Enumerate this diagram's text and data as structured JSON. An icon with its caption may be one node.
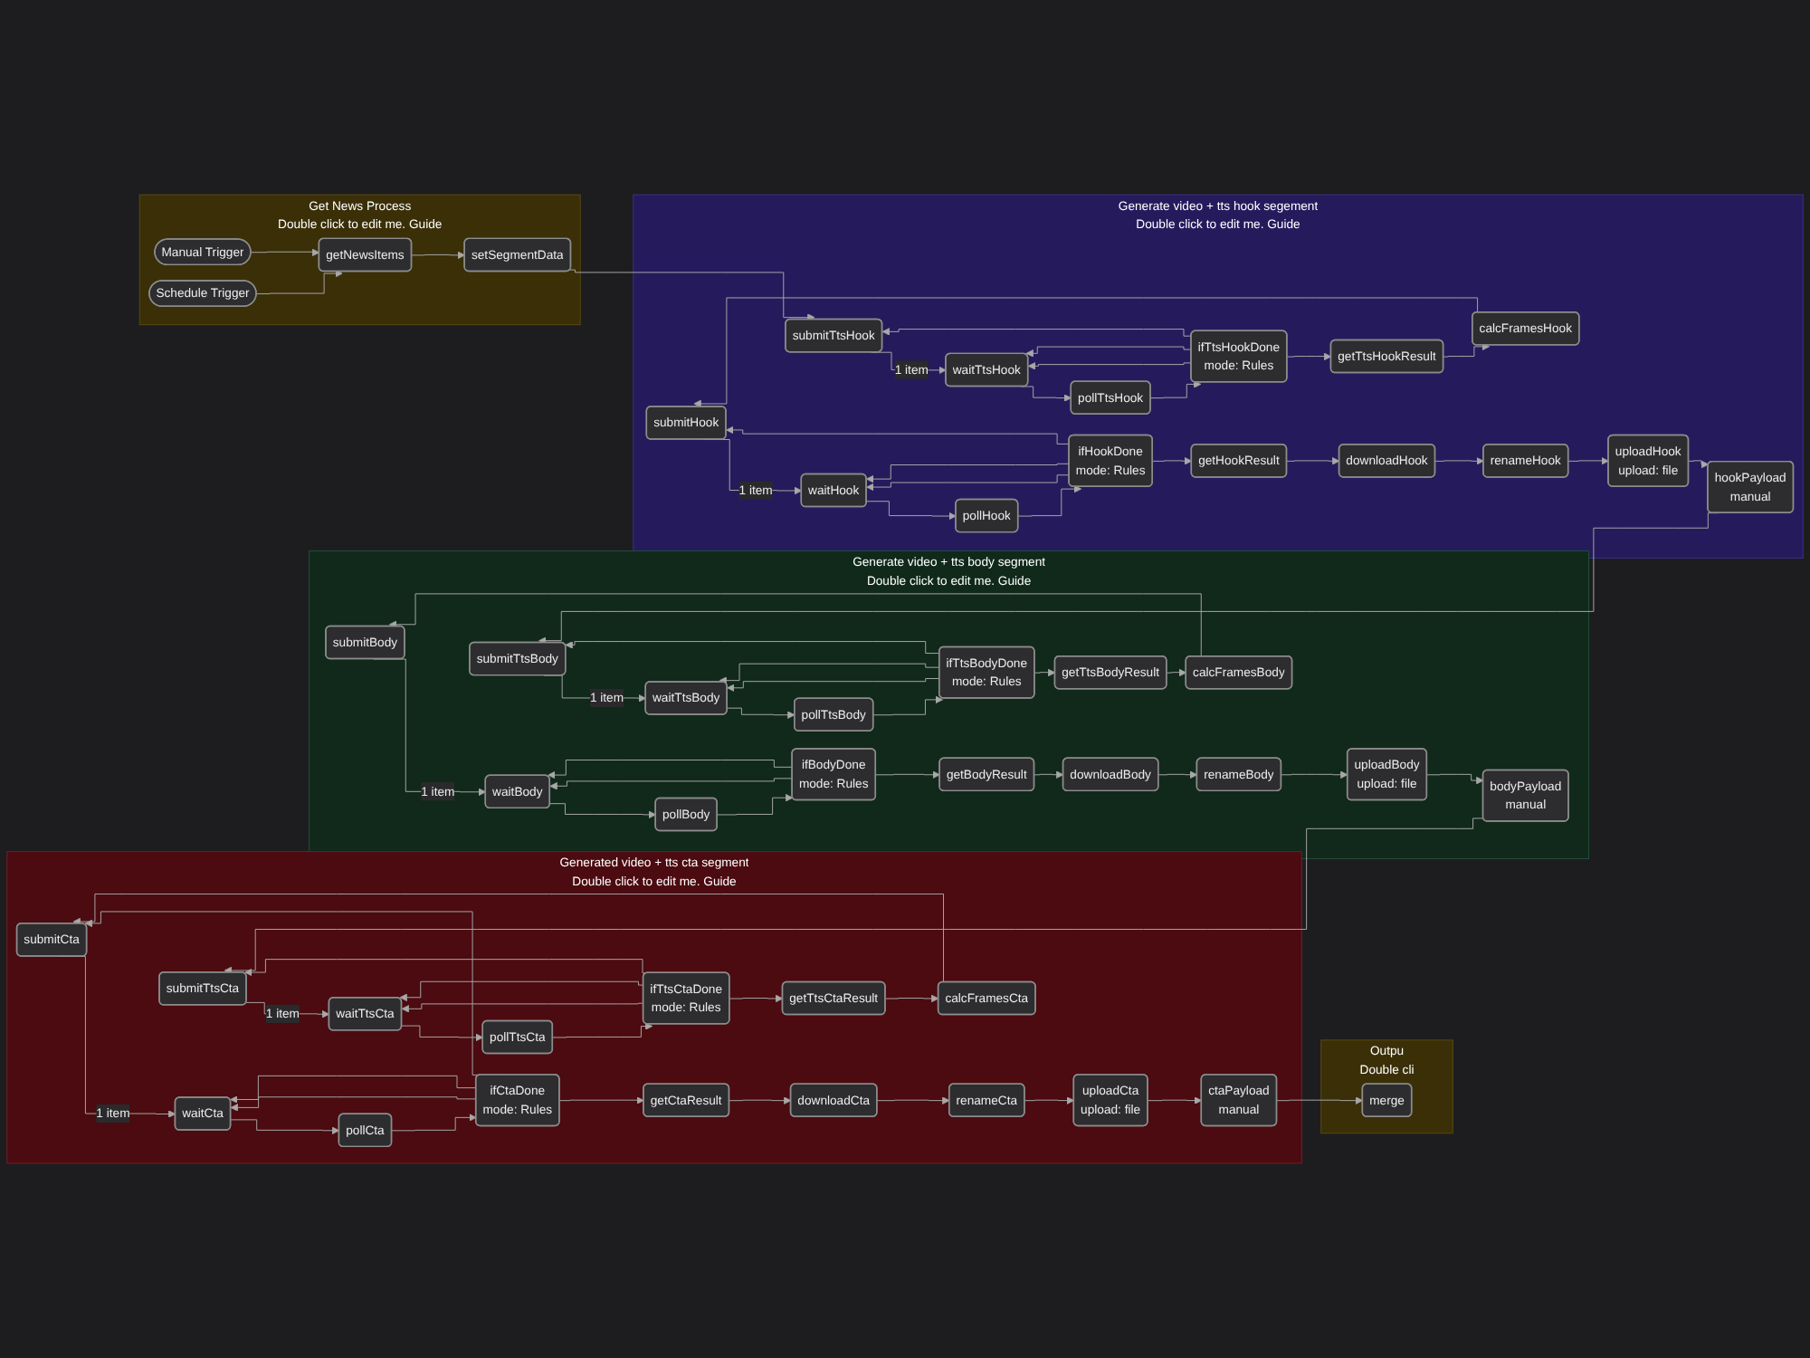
{
  "diagram": {
    "nodes": [
      {
        "text": [
          "Get News Process",
          "Double click to edit me. Guide"
        ]
      },
      {
        "text": [
          "Manual Trigger"
        ],
        "in": 0
      },
      {
        "text": [
          "getNewsItems"
        ],
        "in": 0
      },
      {
        "text": [
          "setSegmentData"
        ],
        "in": 0
      },
      {
        "text": [
          "Schedule Trigger"
        ],
        "in": 0
      },
      {
        "text": [
          "Generate video + tts hook segement",
          "Double click to edit me. Guide"
        ]
      },
      {
        "text": [
          "submitTtsHook"
        ],
        "in": 5
      },
      {
        "text": [
          "waitTtsHook"
        ],
        "in": 5
      },
      {
        "text": [
          "pollTtsHook"
        ],
        "in": 5
      },
      {
        "text": [
          "ifTtsHookDone",
          "mode: Rules"
        ],
        "in": 5
      },
      {
        "text": [
          "getTtsHookResult"
        ],
        "in": 5
      },
      {
        "text": [
          "calcFramesHook"
        ],
        "in": 5
      },
      {
        "text": [
          "submitHook"
        ],
        "in": 5
      },
      {
        "text": [
          "waitHook"
        ],
        "in": 5
      },
      {
        "text": [
          "pollHook"
        ],
        "in": 5
      },
      {
        "text": [
          "ifHookDone",
          "mode: Rules"
        ],
        "in": 5
      },
      {
        "text": [
          "getHookResult"
        ],
        "in": 5
      },
      {
        "text": [
          "downloadHook"
        ],
        "in": 5
      },
      {
        "text": [
          "renameHook"
        ],
        "in": 5
      },
      {
        "text": [
          "uploadHook",
          "upload: file"
        ],
        "in": 5
      },
      {
        "text": [
          "hookPayload",
          "manual"
        ],
        "in": 5
      },
      {
        "text": [
          "Generate video + tts body segment",
          "Double click to edit me. Guide"
        ]
      },
      {
        "text": [
          "submitTtsBody"
        ],
        "in": 21
      },
      {
        "text": [
          "waitTtsBody"
        ],
        "in": 21
      },
      {
        "text": [
          "pollTtsBody"
        ],
        "in": 21
      },
      {
        "text": [
          "ifTtsBodyDone",
          "mode: Rules"
        ],
        "in": 21
      },
      {
        "text": [
          "getTtsBodyResult"
        ],
        "in": 21
      },
      {
        "text": [
          "calcFramesBody"
        ],
        "in": 21
      },
      {
        "text": [
          "submitBody"
        ],
        "in": 21
      },
      {
        "text": [
          "waitBody"
        ],
        "in": 21
      },
      {
        "text": [
          "pollBody"
        ],
        "in": 21
      },
      {
        "text": [
          "ifBodyDone",
          "mode: Rules"
        ],
        "in": 21
      },
      {
        "text": [
          "getBodyResult"
        ],
        "in": 21
      },
      {
        "text": [
          "downloadBody"
        ],
        "in": 21
      },
      {
        "text": [
          "renameBody"
        ],
        "in": 21
      },
      {
        "text": [
          "uploadBody",
          "upload: file"
        ],
        "in": 21
      },
      {
        "text": [
          "bodyPayload",
          "manual"
        ],
        "in": 21
      },
      {
        "text": [
          "Generated video + tts cta segment",
          "Double click to edit me. Guide"
        ]
      },
      {
        "text": [
          "submitTtsCta"
        ],
        "in": 37
      },
      {
        "text": [
          "waitTtsCta"
        ],
        "in": 37
      },
      {
        "text": [
          "pollTtsCta"
        ],
        "in": 37
      },
      {
        "text": [
          "ifTtsCtaDone",
          "mode: Rules"
        ],
        "in": 37
      },
      {
        "text": [
          "getTtsCtaResult"
        ],
        "in": 37
      },
      {
        "text": [
          "calcFramesCta"
        ],
        "in": 37
      },
      {
        "text": [
          "submitCta"
        ],
        "in": 37
      },
      {
        "text": [
          "waitCta"
        ],
        "in": 37
      },
      {
        "text": [
          "pollCta"
        ],
        "in": 37
      },
      {
        "text": [
          "ifCtaDone",
          "mode: Rules"
        ],
        "in": 37
      },
      {
        "text": [
          "getCtaResult"
        ],
        "in": 37
      },
      {
        "text": [
          "downloadCta"
        ],
        "in": 37
      },
      {
        "text": [
          "renameCta"
        ],
        "in": 37
      },
      {
        "text": [
          "uploadCta",
          "upload: file"
        ],
        "in": 37
      },
      {
        "text": [
          "ctaPayload",
          "manual"
        ],
        "in": 37
      },
      {
        "text": [
          "Outpu",
          "Double cli"
        ]
      },
      {
        "text": [
          "merge"
        ],
        "in": 53
      }
    ],
    "edges": [
      {
        "from": 1,
        "to": 2,
        "arrow": "to"
      },
      {
        "from": 4,
        "to": 2,
        "arrow": "to"
      },
      {
        "from": 2,
        "to": 3,
        "arrow": "to"
      },
      {
        "from": 3,
        "to": 6,
        "arrow": "to"
      },
      {
        "from": 6,
        "to": 7,
        "arrow": "to",
        "label": "1 item"
      },
      {
        "from": 7,
        "to": 8,
        "arrow": "to"
      },
      {
        "from": 8,
        "to": 9,
        "arrow": "to"
      },
      {
        "from": 9,
        "to": 10,
        "arrow": "to"
      },
      {
        "from": 9,
        "to": 7,
        "arrow": "to"
      },
      {
        "from": 9,
        "to": 7,
        "arrow": "to"
      },
      {
        "from": 9,
        "to": 6,
        "arrow": "to"
      },
      {
        "from": 10,
        "to": 11,
        "arrow": "to"
      },
      {
        "from": 11,
        "to": 12,
        "arrow": "to"
      },
      {
        "from": 12,
        "to": 13,
        "arrow": "to",
        "label": "1 item"
      },
      {
        "from": 13,
        "to": 14,
        "arrow": "to"
      },
      {
        "from": 14,
        "to": 15,
        "arrow": "to"
      },
      {
        "from": 15,
        "to": 16,
        "arrow": "to"
      },
      {
        "from": 15,
        "to": 13,
        "arrow": "to"
      },
      {
        "from": 15,
        "to": 13,
        "arrow": "to"
      },
      {
        "from": 15,
        "to": 12,
        "arrow": "to"
      },
      {
        "from": 16,
        "to": 17,
        "arrow": "to"
      },
      {
        "from": 17,
        "to": 18,
        "arrow": "to"
      },
      {
        "from": 18,
        "to": 19,
        "arrow": "to"
      },
      {
        "from": 19,
        "to": 20,
        "arrow": "to"
      },
      {
        "from": 20,
        "to": 22,
        "arrow": "to"
      },
      {
        "from": 22,
        "to": 23,
        "arrow": "to",
        "label": "1 item"
      },
      {
        "from": 23,
        "to": 24,
        "arrow": "to"
      },
      {
        "from": 24,
        "to": 25,
        "arrow": "to"
      },
      {
        "from": 25,
        "to": 26,
        "arrow": "to"
      },
      {
        "from": 25,
        "to": 23,
        "arrow": "to"
      },
      {
        "from": 25,
        "to": 23,
        "arrow": "to"
      },
      {
        "from": 25,
        "to": 22,
        "arrow": "to"
      },
      {
        "from": 26,
        "to": 27,
        "arrow": "to"
      },
      {
        "from": 27,
        "to": 28,
        "arrow": "to"
      },
      {
        "from": 28,
        "to": 29,
        "arrow": "to",
        "label": "1 item"
      },
      {
        "from": 29,
        "to": 30,
        "arrow": "to"
      },
      {
        "from": 30,
        "to": 31,
        "arrow": "to"
      },
      {
        "from": 31,
        "to": 32,
        "arrow": "to"
      },
      {
        "from": 31,
        "to": 29,
        "arrow": "to"
      },
      {
        "from": 31,
        "to": 29,
        "arrow": "to"
      },
      {
        "from": 32,
        "to": 33,
        "arrow": "to"
      },
      {
        "from": 33,
        "to": 34,
        "arrow": "to"
      },
      {
        "from": 34,
        "to": 35,
        "arrow": "to"
      },
      {
        "from": 35,
        "to": 36,
        "arrow": "to"
      },
      {
        "from": 36,
        "to": 38,
        "arrow": "to"
      },
      {
        "from": 38,
        "to": 39,
        "arrow": "to",
        "label": "1 item"
      },
      {
        "from": 39,
        "to": 40,
        "arrow": "to"
      },
      {
        "from": 40,
        "to": 41,
        "arrow": "to"
      },
      {
        "from": 41,
        "to": 42,
        "arrow": "to"
      },
      {
        "from": 41,
        "to": 39,
        "arrow": "to"
      },
      {
        "from": 41,
        "to": 39,
        "arrow": "to"
      },
      {
        "from": 41,
        "to": 38,
        "arrow": "to"
      },
      {
        "from": 42,
        "to": 43,
        "arrow": "to"
      },
      {
        "from": 43,
        "to": 44,
        "arrow": "to"
      },
      {
        "from": 44,
        "to": 45,
        "arrow": "to",
        "label": "1 item"
      },
      {
        "from": 45,
        "to": 46,
        "arrow": "to"
      },
      {
        "from": 46,
        "to": 47,
        "arrow": "to"
      },
      {
        "from": 47,
        "to": 48,
        "arrow": "to"
      },
      {
        "from": 47,
        "to": 45,
        "arrow": "to"
      },
      {
        "from": 47,
        "to": 45,
        "arrow": "to"
      },
      {
        "from": 47,
        "to": 44,
        "arrow": "to"
      },
      {
        "from": 48,
        "to": 49,
        "arrow": "to"
      },
      {
        "from": 49,
        "to": 50,
        "arrow": "to"
      },
      {
        "from": 50,
        "to": 51,
        "arrow": "to"
      },
      {
        "from": 51,
        "to": 52,
        "arrow": "to"
      },
      {
        "from": 52,
        "to": 54,
        "arrow": "to"
      }
    ]
  }
}
